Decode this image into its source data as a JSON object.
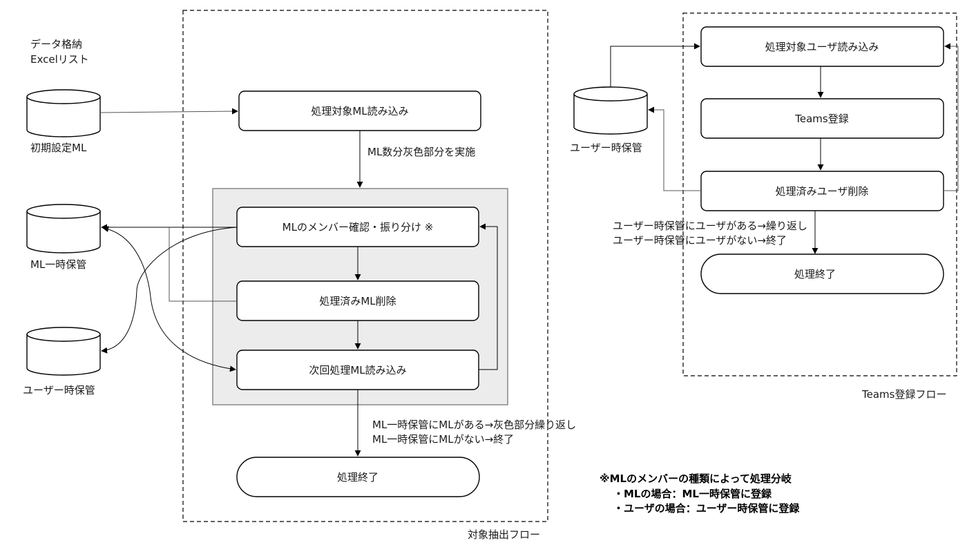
{
  "colors": {
    "stroke": "#000000",
    "gray_area_fill": "#ececec",
    "gray_area_border": "#7f7f7f",
    "box_fill": "#ffffff"
  },
  "left": {
    "datastore_caption": [
      "データ格納",
      "Excelリスト"
    ],
    "db_initial": "初期設定ML",
    "db_ml_temp": "ML一時保管",
    "db_user_temp": "ユーザー時保管",
    "frame_label": "対象抽出フロー",
    "step_load_target": "処理対象ML読み込み",
    "edge_note_loop": "ML数分灰色部分を実施",
    "step_check_members": "MLのメンバー確認・振り分け ※",
    "step_delete_processed": "処理済みML削除",
    "step_load_next": "次回処理ML読み込み",
    "condition_notes": [
      "ML一時保管にMLがある→灰色部分繰り返し",
      "ML一時保管にMLがない→終了"
    ],
    "end": "処理終了"
  },
  "right": {
    "db_user_temp": "ユーザー時保管",
    "frame_label": "Teams登録フロー",
    "step_load_user": "処理対象ユーザ読み込み",
    "step_register": "Teams登録",
    "step_delete_user": "処理済みユーザ削除",
    "condition_notes": [
      "ユーザー時保管にユーザがある→繰り返し",
      "ユーザー時保管にユーザがない→終了"
    ],
    "end": "処理終了"
  },
  "footnote": {
    "title": "※MLのメンバーの種類によって処理分岐",
    "items": [
      "・MLの場合：ML一時保管に登録",
      "・ユーザの場合：ユーザー時保管に登録"
    ]
  }
}
